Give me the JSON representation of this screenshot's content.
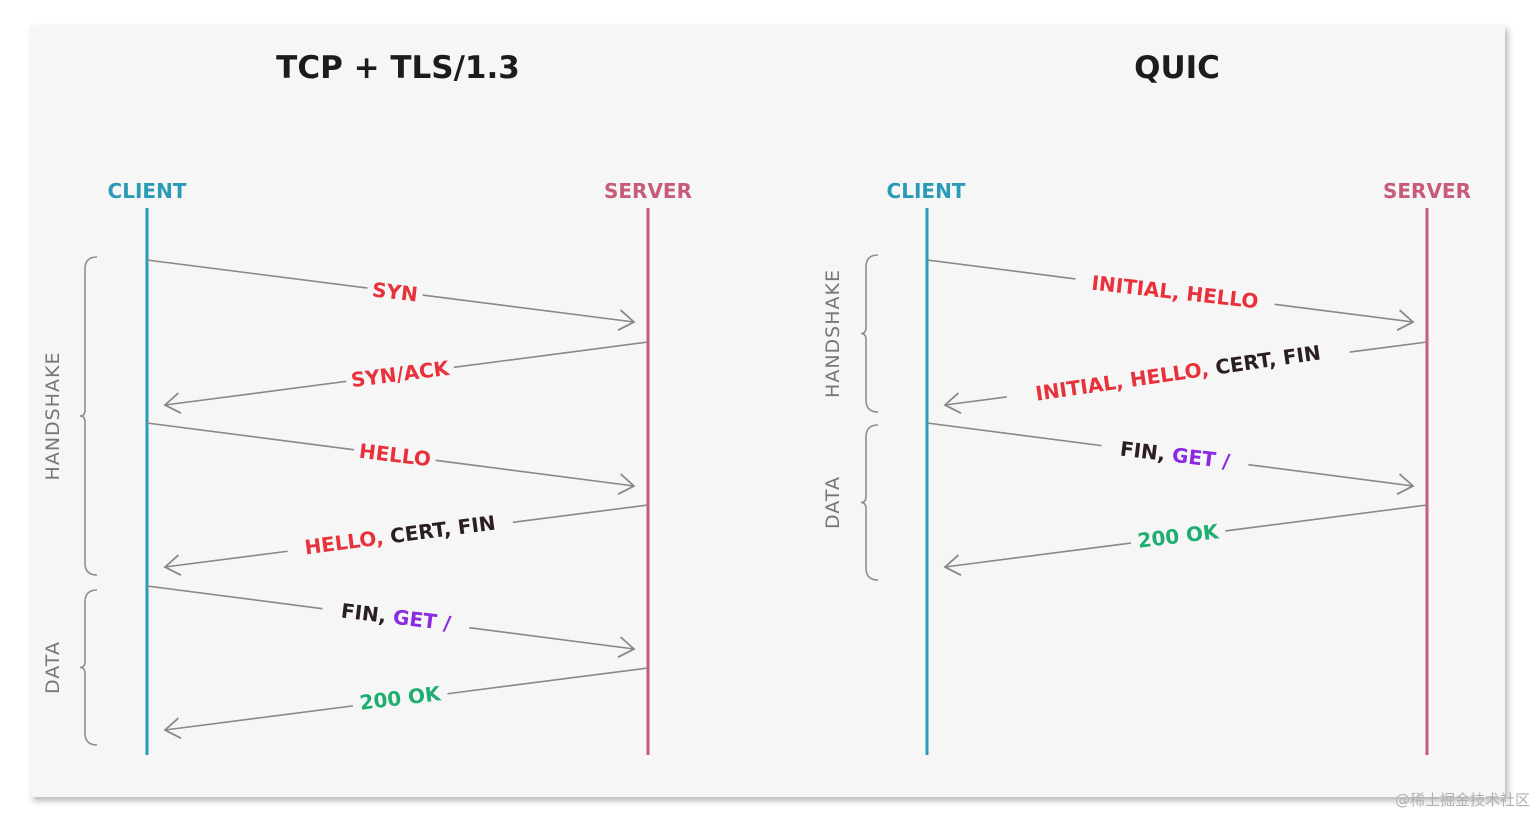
{
  "colors": {
    "client": "#2a9bb7",
    "server": "#c65b7a",
    "red": "#e8313b",
    "dark": "#2b1d24",
    "purple": "#8a2be2",
    "green": "#1fae72",
    "arrow": "#888888",
    "brace": "#8f8f8f"
  },
  "panels": [
    {
      "title": "TCP + TLS/1.3",
      "client_label": "CLIENT",
      "server_label": "SERVER",
      "phases": [
        {
          "label": "HANDSHAKE"
        },
        {
          "label": "DATA"
        }
      ],
      "messages": [
        {
          "dir": "right",
          "parts": [
            {
              "text": "SYN",
              "color": "red"
            }
          ]
        },
        {
          "dir": "left",
          "parts": [
            {
              "text": "SYN/ACK",
              "color": "red"
            }
          ]
        },
        {
          "dir": "right",
          "parts": [
            {
              "text": "HELLO",
              "color": "red"
            }
          ]
        },
        {
          "dir": "left",
          "parts": [
            {
              "text": "HELLO, ",
              "color": "red"
            },
            {
              "text": "CERT, FIN",
              "color": "dark"
            }
          ]
        },
        {
          "dir": "right",
          "parts": [
            {
              "text": "FIN, ",
              "color": "dark"
            },
            {
              "text": "GET /",
              "color": "purple"
            }
          ]
        },
        {
          "dir": "left",
          "parts": [
            {
              "text": "200 OK",
              "color": "green"
            }
          ]
        }
      ]
    },
    {
      "title": "QUIC",
      "client_label": "CLIENT",
      "server_label": "SERVER",
      "phases": [
        {
          "label": "HANDSHAKE"
        },
        {
          "label": "DATA"
        }
      ],
      "messages": [
        {
          "dir": "right",
          "parts": [
            {
              "text": "INITIAL, HELLO",
              "color": "red"
            }
          ]
        },
        {
          "dir": "left",
          "parts": [
            {
              "text": "INITIAL, HELLO, ",
              "color": "red"
            },
            {
              "text": "CERT, FIN",
              "color": "dark"
            }
          ]
        },
        {
          "dir": "right",
          "parts": [
            {
              "text": "FIN, ",
              "color": "dark"
            },
            {
              "text": "GET /",
              "color": "purple"
            }
          ]
        },
        {
          "dir": "left",
          "parts": [
            {
              "text": "200 OK",
              "color": "green"
            }
          ]
        }
      ]
    }
  ],
  "watermark": "@稀土掘金技术社区"
}
